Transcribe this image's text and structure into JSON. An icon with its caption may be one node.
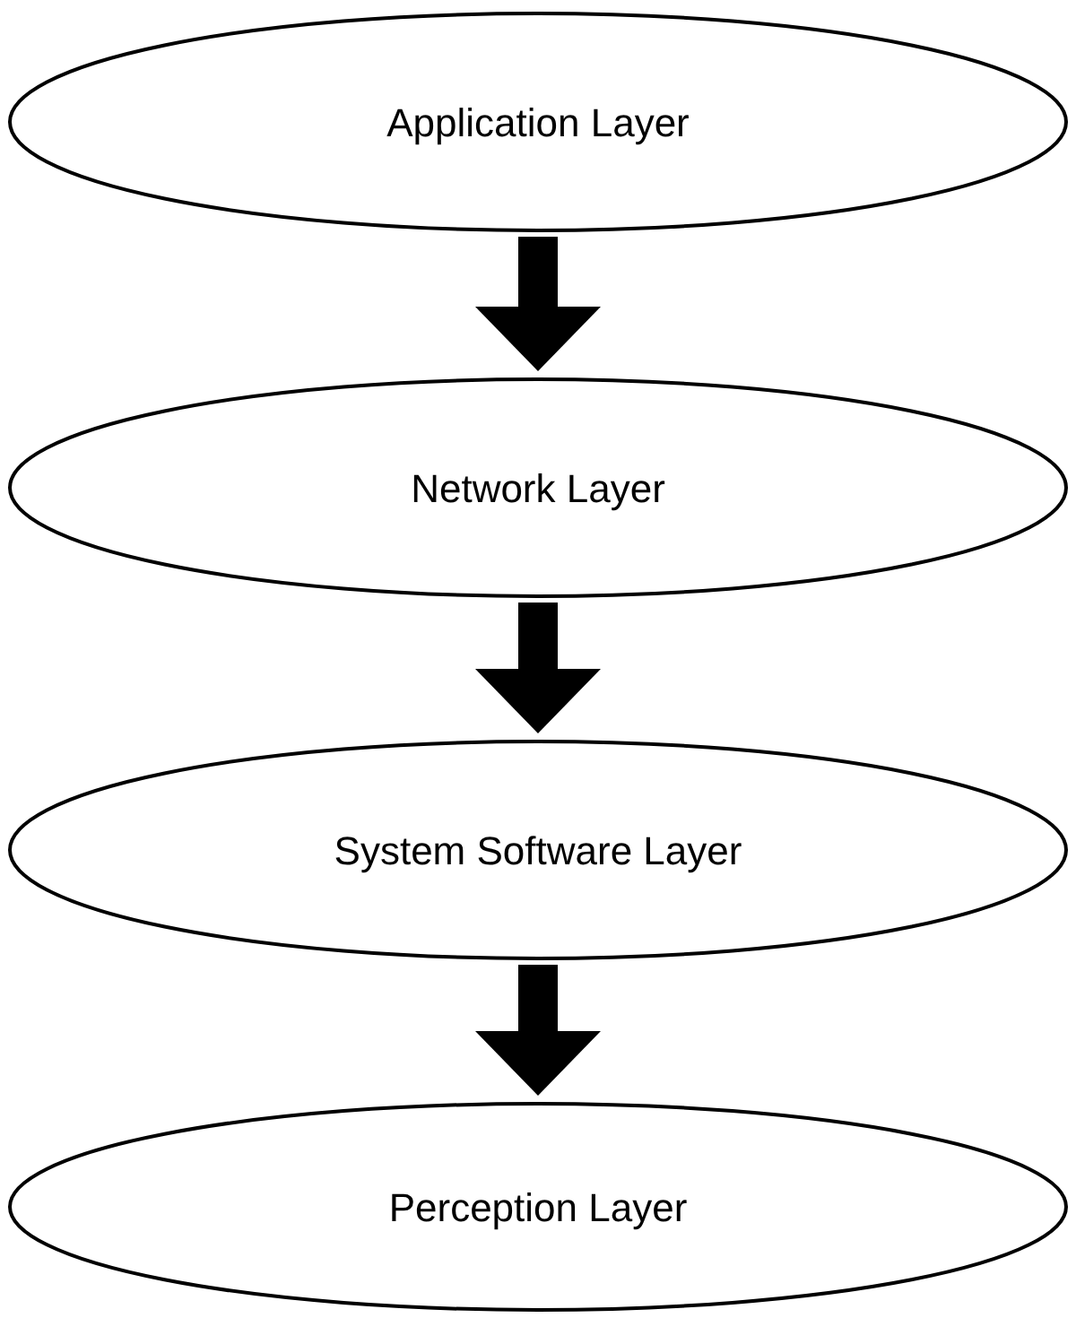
{
  "diagram": {
    "nodes": [
      {
        "text": [
          "Application Layer"
        ]
      },
      {
        "text": [
          "Network Layer"
        ]
      },
      {
        "text": [
          "System Software Layer"
        ]
      },
      {
        "text": [
          "Perception Layer"
        ]
      }
    ],
    "edges": [
      {
        "from": 0,
        "to": 1,
        "arrow": "to"
      },
      {
        "from": 1,
        "to": 2,
        "arrow": "to"
      },
      {
        "from": 2,
        "to": 3,
        "arrow": "to"
      }
    ]
  }
}
